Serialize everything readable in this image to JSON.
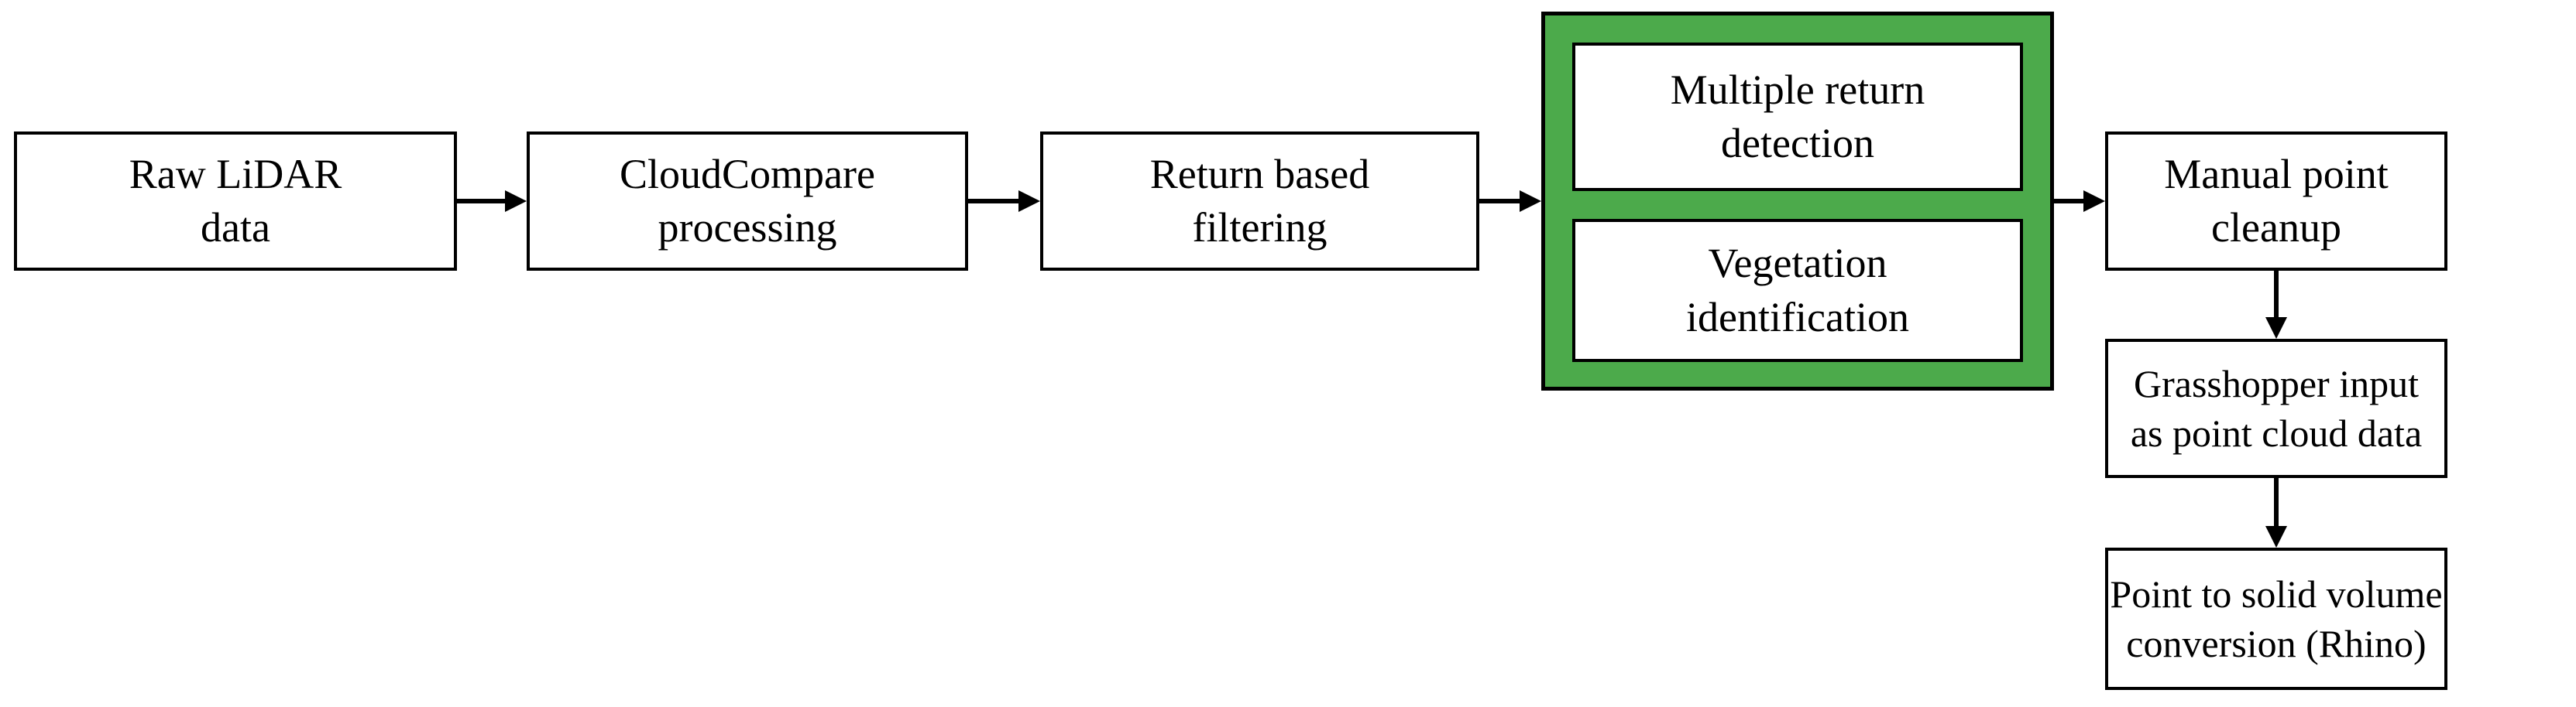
{
  "diagram": {
    "type": "flowchart",
    "colors": {
      "background": "#ffffff",
      "node_fill": "#ffffff",
      "node_border": "#000000",
      "text": "#000000",
      "group_fill": "#4caa4b",
      "arrow": "#000000"
    },
    "nodes": [
      {
        "id": "raw-lidar-data",
        "lines": [
          "Raw LiDAR",
          "data"
        ]
      },
      {
        "id": "cloudcompare-processing",
        "lines": [
          "CloudCompare",
          "processing"
        ]
      },
      {
        "id": "return-based-filtering",
        "lines": [
          "Return based",
          "filtering"
        ]
      },
      {
        "id": "multiple-return-detection",
        "lines": [
          "Multiple return",
          "detection"
        ]
      },
      {
        "id": "vegetation-identification",
        "lines": [
          "Vegetation",
          "identification"
        ]
      },
      {
        "id": "manual-point-cleanup",
        "lines": [
          "Manual point",
          "cleanup"
        ]
      },
      {
        "id": "grasshopper-input",
        "lines": [
          "Grasshopper input",
          "as point cloud data"
        ]
      },
      {
        "id": "point-to-solid-conversion",
        "lines": [
          "Point to solid volume",
          "conversion (Rhino)"
        ]
      }
    ],
    "group": {
      "id": "vegetation-filtering-group",
      "fill": "#4caa4b",
      "children": [
        "multiple-return-detection",
        "vegetation-identification"
      ]
    },
    "edges": [
      {
        "from": "raw-lidar-data",
        "to": "cloudcompare-processing",
        "direction": "right"
      },
      {
        "from": "cloudcompare-processing",
        "to": "return-based-filtering",
        "direction": "right"
      },
      {
        "from": "return-based-filtering",
        "to": "vegetation-filtering-group",
        "direction": "right"
      },
      {
        "from": "vegetation-filtering-group",
        "to": "manual-point-cleanup",
        "direction": "right"
      },
      {
        "from": "manual-point-cleanup",
        "to": "grasshopper-input",
        "direction": "down"
      },
      {
        "from": "grasshopper-input",
        "to": "point-to-solid-conversion",
        "direction": "down"
      }
    ]
  }
}
